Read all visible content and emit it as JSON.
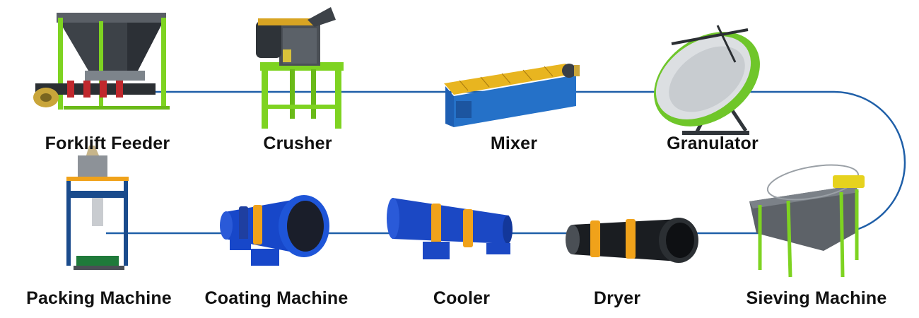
{
  "process": {
    "steps": [
      {
        "label": "Forklift Feeder",
        "icon": "forklift-feeder-icon"
      },
      {
        "label": "Crusher",
        "icon": "crusher-icon"
      },
      {
        "label": "Mixer",
        "icon": "mixer-icon"
      },
      {
        "label": "Granulator",
        "icon": "granulator-icon"
      },
      {
        "label": "Sieving Machine",
        "icon": "sieving-machine-icon"
      },
      {
        "label": "Dryer",
        "icon": "dryer-icon"
      },
      {
        "label": "Cooler",
        "icon": "cooler-icon"
      },
      {
        "label": "Coating Machine",
        "icon": "coating-machine-icon"
      },
      {
        "label": "Packing Machine",
        "icon": "packing-machine-icon"
      }
    ]
  },
  "colors": {
    "connector_line": "#1f5fa8",
    "frame_green": "#7ed321",
    "drum_blue": "#1747c9",
    "ring_orange": "#f0a21a",
    "trough_yellow": "#e6b422",
    "steel_gray": "#6f757c",
    "dark_steel": "#2b2f33"
  }
}
